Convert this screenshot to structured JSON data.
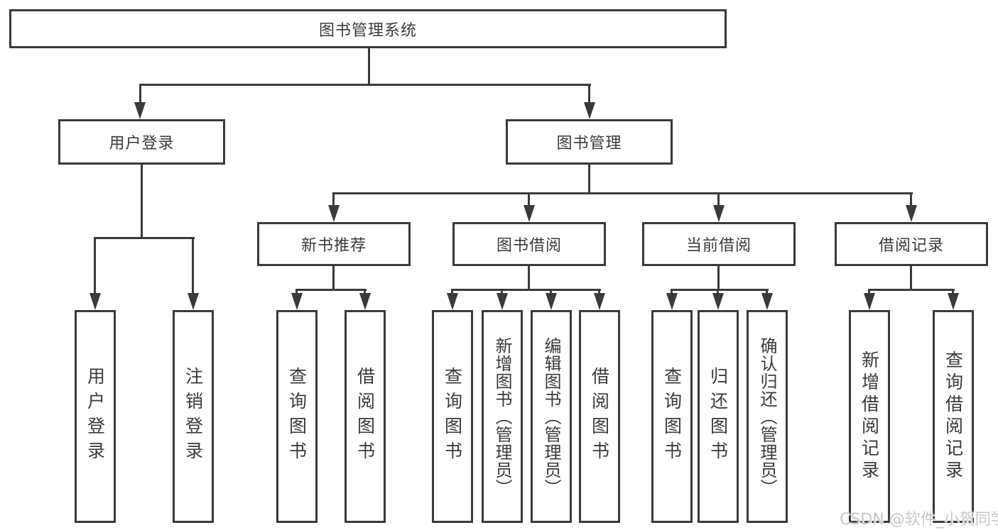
{
  "diagram": {
    "root": {
      "label": "图书管理系统"
    },
    "branches": [
      {
        "label": "用户登录",
        "children": [
          {
            "label": "用户登录"
          },
          {
            "label": "注销登录"
          }
        ]
      },
      {
        "label": "图书管理",
        "children": [
          {
            "label": "新书推荐",
            "children": [
              {
                "label": "查询图书"
              },
              {
                "label": "借阅图书"
              }
            ]
          },
          {
            "label": "图书借阅",
            "children": [
              {
                "label": "查询图书"
              },
              {
                "label": "新增图书（管理员）"
              },
              {
                "label": "编辑图书（管理员）"
              },
              {
                "label": "借阅图书"
              }
            ]
          },
          {
            "label": "当前借阅",
            "children": [
              {
                "label": "查询图书"
              },
              {
                "label": "归还图书"
              },
              {
                "label": "确认归还（管理员）"
              }
            ]
          },
          {
            "label": "借阅记录",
            "children": [
              {
                "label": "新增借阅记录"
              },
              {
                "label": "查询借阅记录"
              }
            ]
          }
        ]
      }
    ]
  },
  "watermark": {
    "text": "CSDN @软件_小贺同学",
    "color": "#c8c8c8"
  },
  "colors": {
    "line": "#3a3a3a",
    "text": "#3a3a3a",
    "background": "#ffffff"
  }
}
